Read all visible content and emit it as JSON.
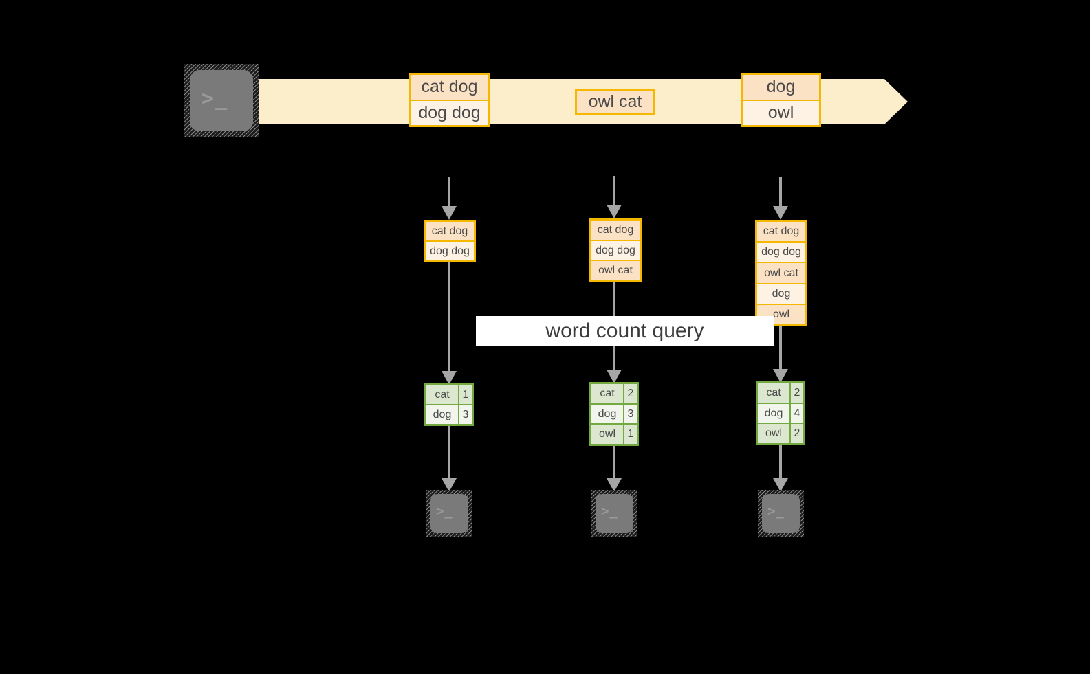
{
  "diagram": {
    "title_label": "word count query",
    "stream": {
      "source_icon": "terminal-icon",
      "source_prompt": ">_",
      "records": [
        {
          "lines": [
            "cat dog",
            "dog dog"
          ]
        },
        {
          "lines": [
            "owl cat"
          ]
        },
        {
          "lines": [
            "dog",
            "owl"
          ]
        }
      ]
    },
    "snapshots": [
      {
        "input_lines": [
          "cat dog",
          "dog dog"
        ],
        "result": {
          "keys": [
            "cat",
            "dog"
          ],
          "values": [
            "1",
            "3"
          ]
        },
        "sink_prompt": ">_"
      },
      {
        "input_lines": [
          "cat dog",
          "dog dog",
          "owl cat"
        ],
        "result": {
          "keys": [
            "cat",
            "dog",
            "owl"
          ],
          "values": [
            "2",
            "3",
            "1"
          ]
        },
        "sink_prompt": ">_"
      },
      {
        "input_lines": [
          "cat dog",
          "dog dog",
          "owl cat",
          "dog",
          "owl"
        ],
        "result": {
          "keys": [
            "cat",
            "dog",
            "owl"
          ],
          "values": [
            "2",
            "4",
            "2"
          ]
        },
        "sink_prompt": ">_"
      }
    ],
    "colors": {
      "background": "#000000",
      "stream_fill": "#fdeecb",
      "record_border": "#f5b800",
      "record_row_dark": "#fce2c4",
      "record_row_light": "#fdf2e3",
      "result_border": "#74a942",
      "result_row_dark": "#dce7cf",
      "result_row_light": "#f1f5ec",
      "connector": "#a6a6a6",
      "terminal_body": "#7a7a7a",
      "label_band": "#ffffff",
      "text": "#4a4a4a"
    }
  }
}
